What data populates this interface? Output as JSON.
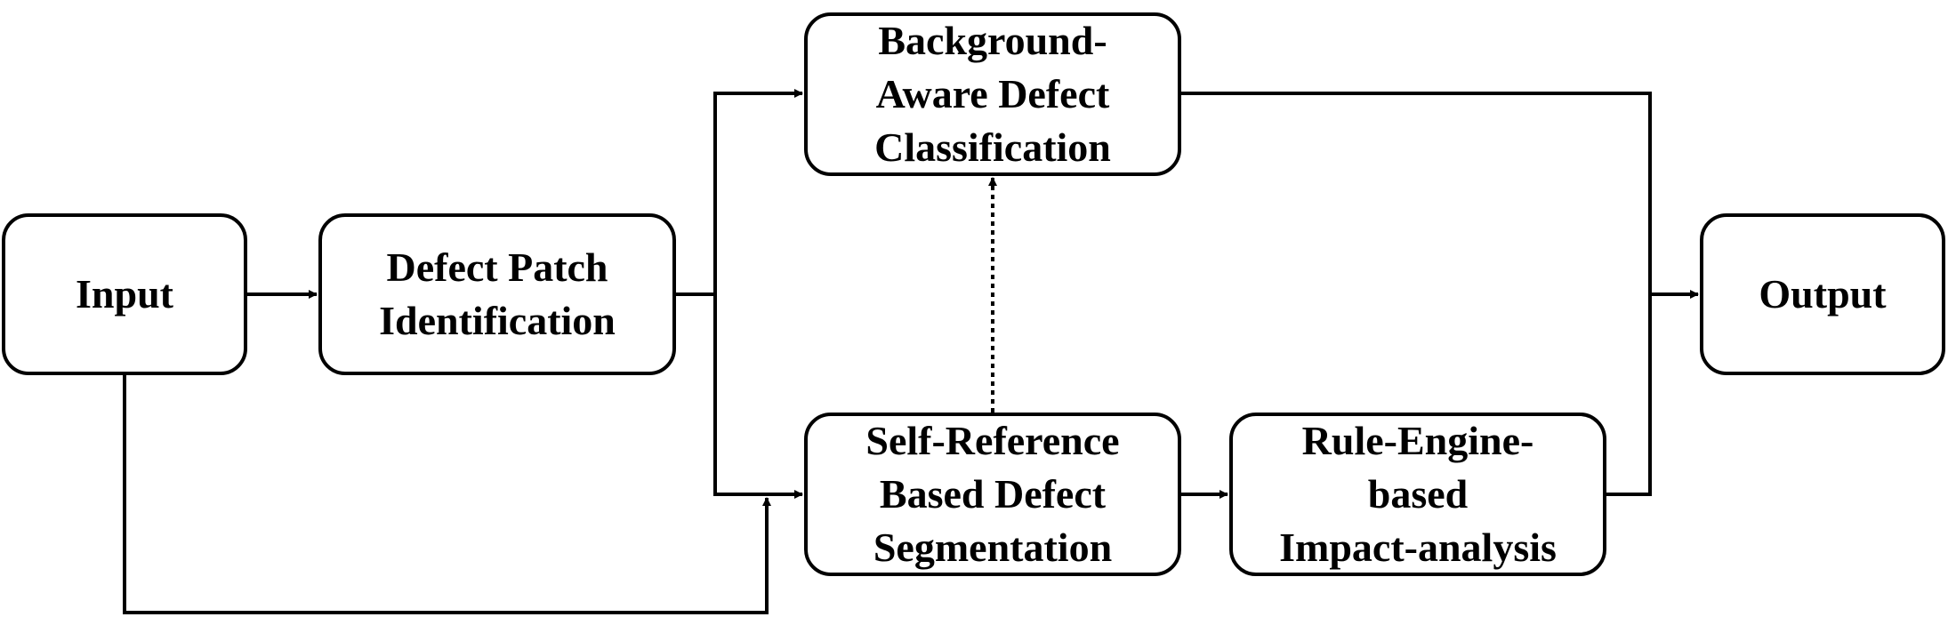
{
  "diagram": {
    "nodes": {
      "input": "Input",
      "defect_patch": "Defect Patch\nIdentification",
      "background_aware": "Background-\nAware Defect\nClassification",
      "self_reference": "Self-Reference\nBased Defect\nSegmentation",
      "rule_engine": "Rule-Engine-\nbased\nImpact-analysis",
      "output": "Output"
    },
    "edges": [
      {
        "from": "input",
        "to": "defect_patch",
        "style": "solid"
      },
      {
        "from": "defect_patch",
        "to": "background_aware",
        "style": "solid"
      },
      {
        "from": "defect_patch",
        "to": "self_reference",
        "style": "solid"
      },
      {
        "from": "input",
        "to": "self_reference",
        "style": "solid"
      },
      {
        "from": "self_reference",
        "to": "background_aware",
        "style": "dotted"
      },
      {
        "from": "self_reference",
        "to": "rule_engine",
        "style": "solid"
      },
      {
        "from": "background_aware",
        "to": "output",
        "style": "solid"
      },
      {
        "from": "rule_engine",
        "to": "output",
        "style": "solid"
      }
    ],
    "colors": {
      "stroke": "#000000",
      "fill": "#ffffff",
      "text": "#000000"
    }
  }
}
